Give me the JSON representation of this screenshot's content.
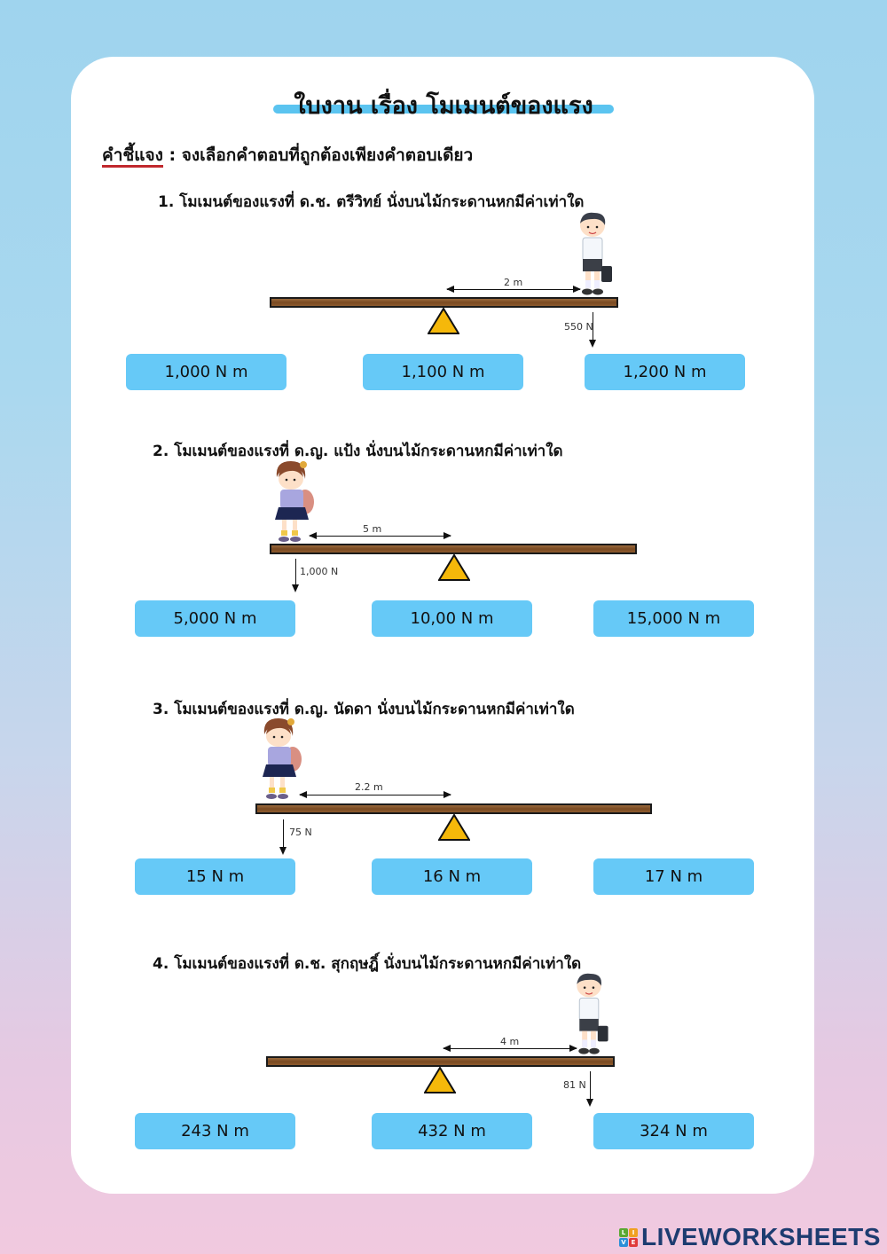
{
  "worksheet": {
    "title": "ใบงาน เรื่อง โมเมนต์ของแรง",
    "instruction_label": "คำชี้แจง",
    "instruction_sep": " : ",
    "instruction_text": "จงเลือกคำตอบที่ถูกต้องเพียงคำตอบเดียว",
    "accent_color": "#5bc4f0",
    "answer_bg_color": "#66c9f7",
    "fulcrum_color": "#f5b80a"
  },
  "questions": [
    {
      "text": "1. โมเมนต์ของแรงที่ ด.ช. ตรีวิทย์ นั่งบนไม้กระดานหกมีค่าเท่าใด",
      "distance_label": "2 m",
      "force_label": "550 N",
      "character": "boy-student",
      "side": "right",
      "choices": [
        "1,000 N m",
        "1,100 N m",
        "1,200 N m"
      ]
    },
    {
      "text": "2.  โมเมนต์ของแรงที่ ด.ญ. แป้ง นั่งบนไม้กระดานหกมีค่าเท่าใด",
      "distance_label": "5 m",
      "force_label": "1,000  N",
      "character": "girl-student",
      "side": "left",
      "choices": [
        "5,000 N m",
        "10,00 N m",
        "15,000 N m"
      ]
    },
    {
      "text": "3.  โมเมนต์ของแรงที่ ด.ญ. นัดดา นั่งบนไม้กระดานหกมีค่าเท่าใด",
      "distance_label": "2.2  m",
      "force_label": "75 N",
      "character": "girl-student",
      "side": "left",
      "choices": [
        "15 N m",
        "16 N m",
        "17 N m"
      ]
    },
    {
      "text": "4.  โมเมนต์ของแรงที่ ด.ช. สุกฤษฎิ์ นั่งบนไม้กระดานหกมีค่าเท่าใด",
      "distance_label": "4 m",
      "force_label": "81 N",
      "character": "boy-student",
      "side": "right",
      "choices": [
        "243 N m",
        "432 N m",
        "324 N m"
      ]
    }
  ],
  "footer": {
    "logo_text": "LIVEWORKSHEETS",
    "logo_cubes": [
      "L",
      "I",
      "V",
      "E"
    ]
  }
}
